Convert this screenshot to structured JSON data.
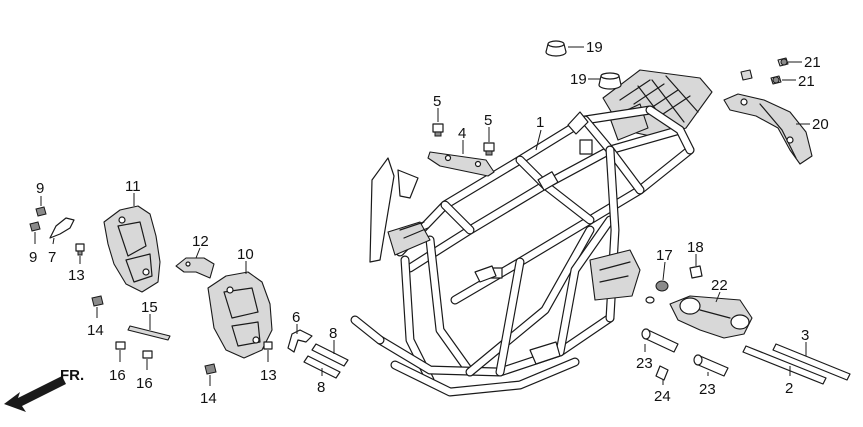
{
  "diagram": {
    "front_marker": "FR.",
    "callouts": [
      "1",
      "2",
      "3",
      "4",
      "5",
      "5",
      "7",
      "8",
      "8",
      "9",
      "9",
      "10",
      "11",
      "12",
      "13",
      "13",
      "14",
      "14",
      "15",
      "16",
      "16",
      "17",
      "18",
      "19",
      "19",
      "20",
      "21",
      "21",
      "22",
      "23",
      "23",
      "24",
      "6"
    ]
  }
}
